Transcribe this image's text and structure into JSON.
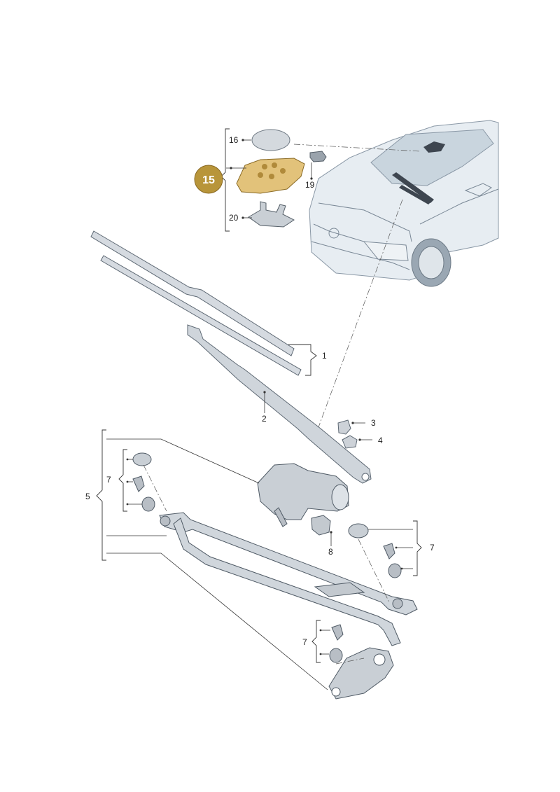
{
  "callouts": {
    "c1": "1",
    "c2": "2",
    "c3": "3",
    "c4": "4",
    "c5": "5",
    "c7a": "7",
    "c7b": "7",
    "c7c": "7",
    "c8": "8",
    "c15": "15",
    "c16": "16",
    "c19": "19",
    "c20": "20"
  },
  "colors": {
    "highlight_badge": "#b8953a",
    "highlight_part": "#e2c27a",
    "part_fill": "#d9dde2",
    "car_fill": "#dfe6ec"
  }
}
